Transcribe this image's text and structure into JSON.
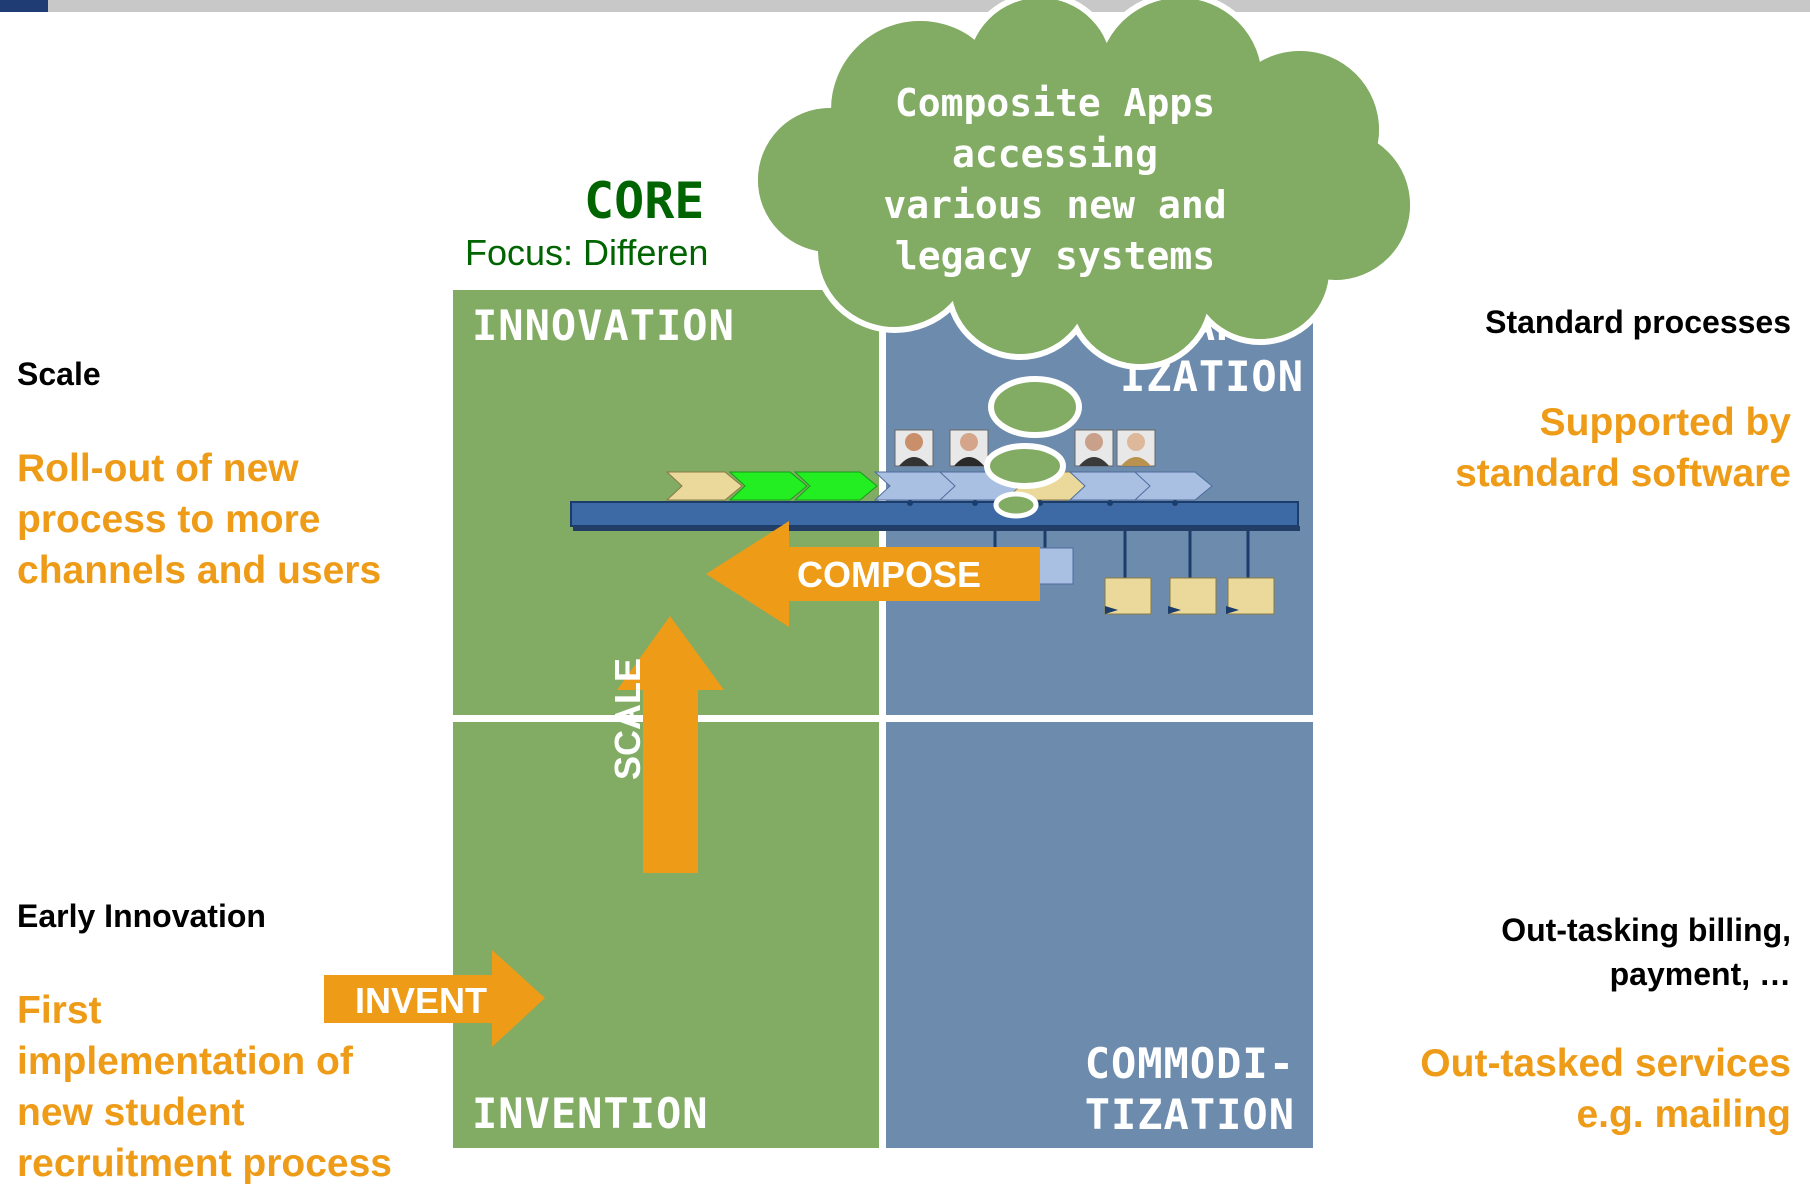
{
  "header": {
    "core_title": "CORE",
    "focus_text": "Focus: Differen"
  },
  "cloud": {
    "lines": [
      "Composite Apps",
      "accessing",
      "various new and",
      "legacy systems"
    ]
  },
  "quadrants": {
    "top_left": "INNOVATION",
    "top_right": "ARD-\nIZATION",
    "bottom_left": "INVENTION",
    "bottom_right": "COMMODI-\nTIZATION"
  },
  "arrows": {
    "compose": "COMPOSE",
    "scale": "SCALE",
    "invent": "INVENT"
  },
  "left_panel": {
    "scale_heading": "Scale",
    "scale_body": "Roll-out of new\nprocess to more\nchannels and users",
    "early_heading": "Early Innovation",
    "early_body": "First\nimplementation of\nnew student\nrecruitment process"
  },
  "right_panel": {
    "standard_heading": "Standard processes",
    "standard_body": "Supported by\nstandard software",
    "outtasking_heading": "Out-tasking billing,\npayment, …",
    "outtasked_body": "Out-tasked services\ne.g. mailing"
  },
  "colors": {
    "green_quadrant": "#82ab64",
    "blue_quadrant": "#6c8bad",
    "orange_accent": "#ee9b18",
    "core_green": "#006400",
    "bus_blue": "#3d6aa4"
  }
}
